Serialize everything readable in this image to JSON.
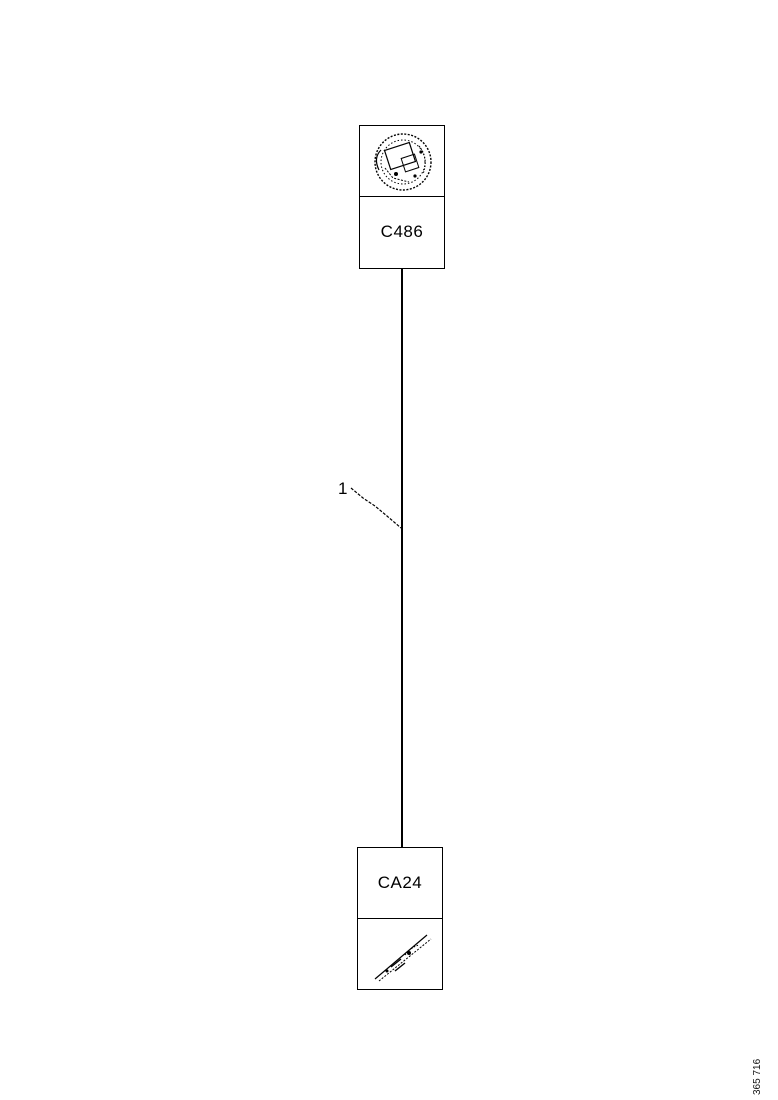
{
  "connectors": {
    "top": {
      "code": "C486",
      "icon": "round-connector-plug-icon"
    },
    "bottom": {
      "code": "CA24",
      "icon": "wire-harness-clip-icon"
    }
  },
  "wire": {
    "callout": "1"
  },
  "footer": {
    "image_id": "365 716"
  }
}
